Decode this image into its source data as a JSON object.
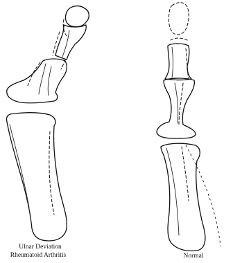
{
  "figure": {
    "left_caption_line1": "Ulnar Deviation",
    "left_caption_line2": "Rheumatoid Arthritis",
    "right_caption": "Normal"
  }
}
